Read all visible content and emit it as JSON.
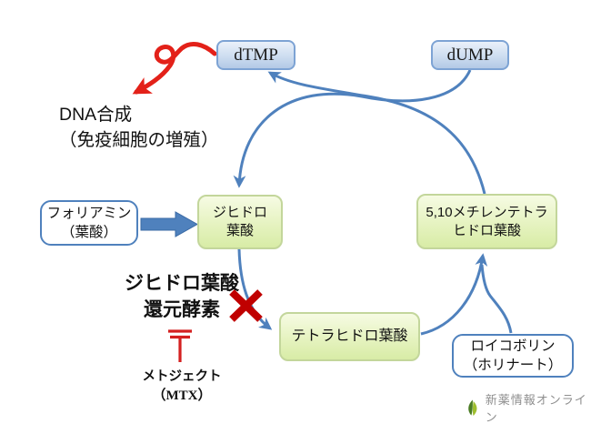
{
  "nodes": {
    "dtmp": "dTMP",
    "dump": "dUMP",
    "foliamin_line1": "フォリアミン",
    "foliamin_line2": "（葉酸）",
    "dihydrofolate_line1": "ジヒドロ",
    "dihydrofolate_line2": "葉酸",
    "methylene_thf_line1": "5,10メチレンテトラ",
    "methylene_thf_line2": "ヒドロ葉酸",
    "tetrahydrofolate": "テトラヒドロ葉酸",
    "leucovorin_line1": "ロイコボリン",
    "leucovorin_line2": "（ホリナート）"
  },
  "annotations": {
    "dna_line1": "DNA合成",
    "dna_line2": "（免疫細胞の増殖）",
    "enzyme_line1": "ジヒドロ葉酸",
    "enzyme_line2": "還元酵素",
    "drug_line1": "メトジェクト",
    "drug_line2": "（MTX）"
  },
  "logo": {
    "text": "新薬情報オンライン"
  },
  "colors": {
    "cycle_arrow_blue": "#4f81bd",
    "blue_box_border": "#7da3d4",
    "blue_box_fill": "#cdddf0",
    "green_box_border": "#c3d69b",
    "green_box_fill": "#e4f2bd",
    "white_box_border": "#4f81bd",
    "inhibition_red": "#cc1414",
    "curly_arrow_red": "#e32119",
    "logo_green_dark": "#4a7c23",
    "logo_green_light": "#9ebe2f",
    "logo_text_gray": "#8f8f8f"
  }
}
